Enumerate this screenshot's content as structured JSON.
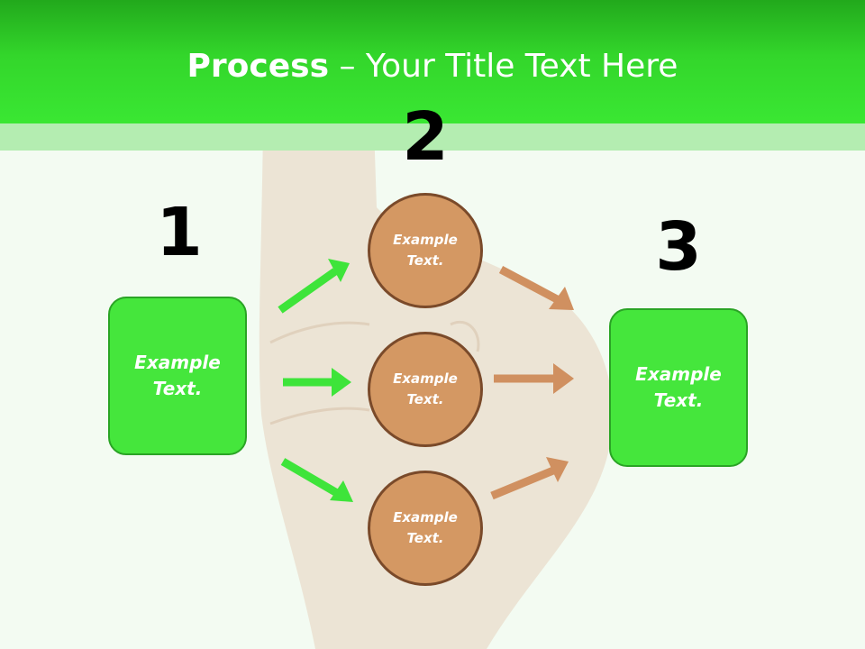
{
  "title": {
    "bold": "Process",
    "rest": " – Your Title Text Here"
  },
  "numbers": {
    "n1": "1",
    "n2": "2",
    "n3": "3"
  },
  "step1": {
    "text": "Example Text."
  },
  "step2": {
    "items": [
      "Example Text.",
      "Example Text.",
      "Example Text."
    ]
  },
  "step3": {
    "text": "Example Text."
  },
  "colors": {
    "header_green": "#33d62b",
    "box_green": "#45e63c",
    "circle_fill": "#d49863",
    "circle_border": "#7a4a2a",
    "arrow_green": "#3ee43a",
    "arrow_brown": "#d09060"
  }
}
